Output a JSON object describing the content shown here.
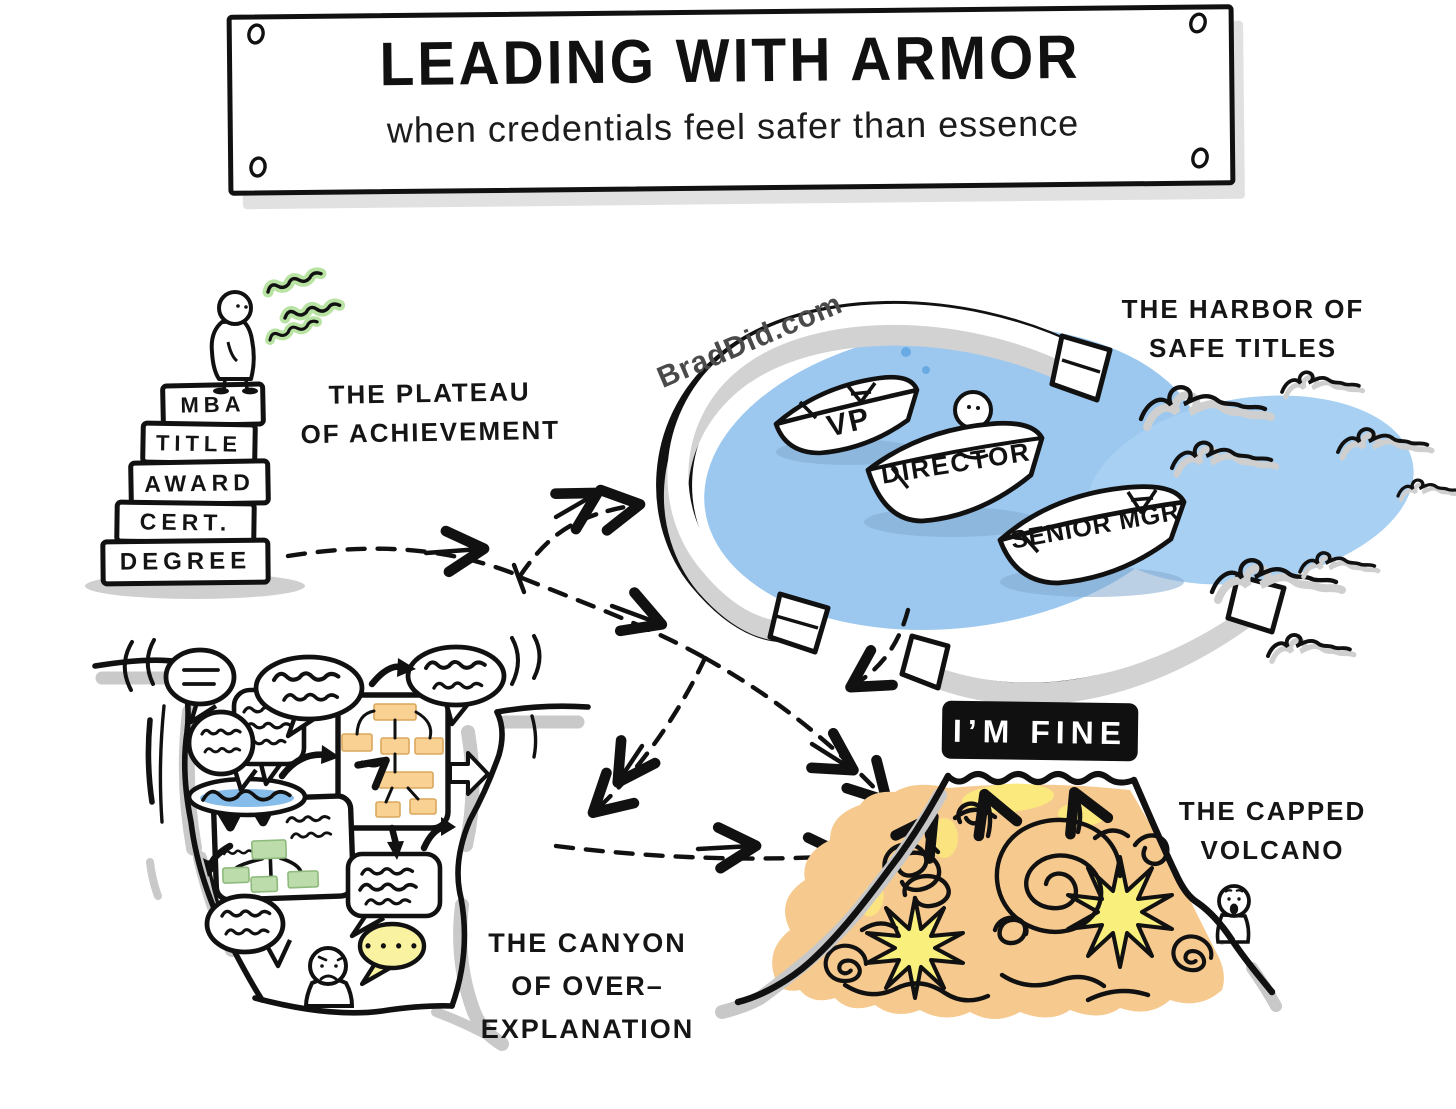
{
  "sign": {
    "title": "LEADING WITH ARMOR",
    "subtitle": "when credentials feel safer than essence"
  },
  "watermark": "BradDid.com",
  "plateau": {
    "label": {
      "line1": "THE PLATEAU",
      "line2": "OF ACHIEVEMENT"
    },
    "blocks": [
      "MBA",
      "TITLE",
      "AWARD",
      "CERT.",
      "DEGREE"
    ]
  },
  "harbor": {
    "label": {
      "line1": "THE HARBOR OF",
      "line2": "SAFE TITLES"
    },
    "boats": [
      "VP",
      "DIRECTOR",
      "SENIOR MGR"
    ]
  },
  "canyon": {
    "label": {
      "line1": "THE CANYON",
      "line2": "OF OVER–",
      "line3": "EXPLANATION"
    },
    "thought_dots": "• • • •"
  },
  "volcano": {
    "cap_label": "I’M FINE",
    "label": {
      "line1": "THE CAPPED",
      "line2": "VOLCANO"
    }
  },
  "colors": {
    "ink": "#111111",
    "water_blue": "#9cc8f0",
    "wall_side_gray": "#d2d2d2",
    "shadow_gray": "#cfcfcf",
    "volcano_orange": "#f6ca8e",
    "burst_yellow": "#f8ef7d",
    "glow_yellow": "#fce97e",
    "bubble_yellow": "#f9f2a0",
    "flow_box_orange": "#f8d193",
    "flow_box_green": "#bcdcab",
    "highlight_blue": "#79b5e8",
    "squiggle_green": "#b9e3a3",
    "watermark_gray": "#4a4a4a"
  }
}
